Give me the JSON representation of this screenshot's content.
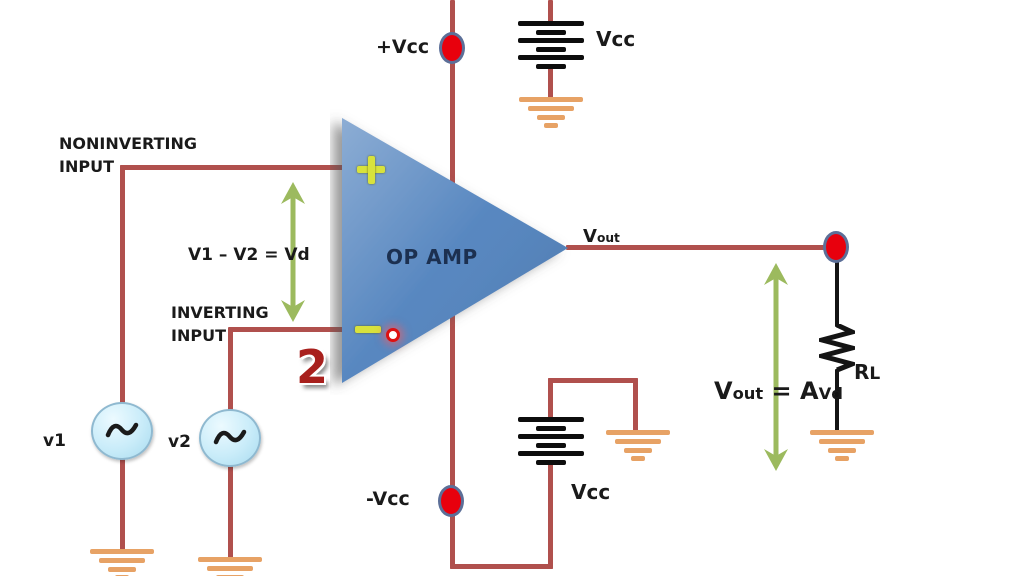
{
  "diagram": {
    "labels": {
      "noninverting_input": "NONINVERTING\nINPUT",
      "inverting_input": "INVERTING\nINPUT",
      "differential_formula": "V1 – V2 = Vd",
      "opamp": "OP AMP",
      "step_number": "2",
      "plus_vcc": "+Vcc",
      "minus_vcc": "-Vcc",
      "vcc_top": "Vcc",
      "vcc_bottom": "Vcc",
      "source1": "v1",
      "source2": "v2",
      "vout": {
        "v": "V",
        "sub": "out"
      },
      "output_formula": {
        "v": "V",
        "v_sub": "out",
        "eq": " = ",
        "a": "A",
        "a_sub": "Vd"
      },
      "load": {
        "r": "R",
        "sub": "L"
      }
    },
    "icons": {
      "plus": "+",
      "minus": "−",
      "sine": "∿",
      "ground": "⏚",
      "battery": "⎓",
      "node": "●"
    },
    "colors": {
      "wire-red": "#b0504d",
      "wire-black": "#141414",
      "triangle-blue": "#4f81bd",
      "arrow-green": "#9cba5e",
      "ground-orange": "#e7a265",
      "battery-black": "#0d0d0d",
      "node-red": "#e8000d",
      "node-border": "#5c6f98",
      "symbol-yellow": "#d8e23c",
      "step-red": "#a8201d",
      "text-dark": "#1a1a1a",
      "opamp-text": "#1c3050",
      "source-fill": "#c9ecf9",
      "source-border": "#8fb9d0"
    }
  }
}
